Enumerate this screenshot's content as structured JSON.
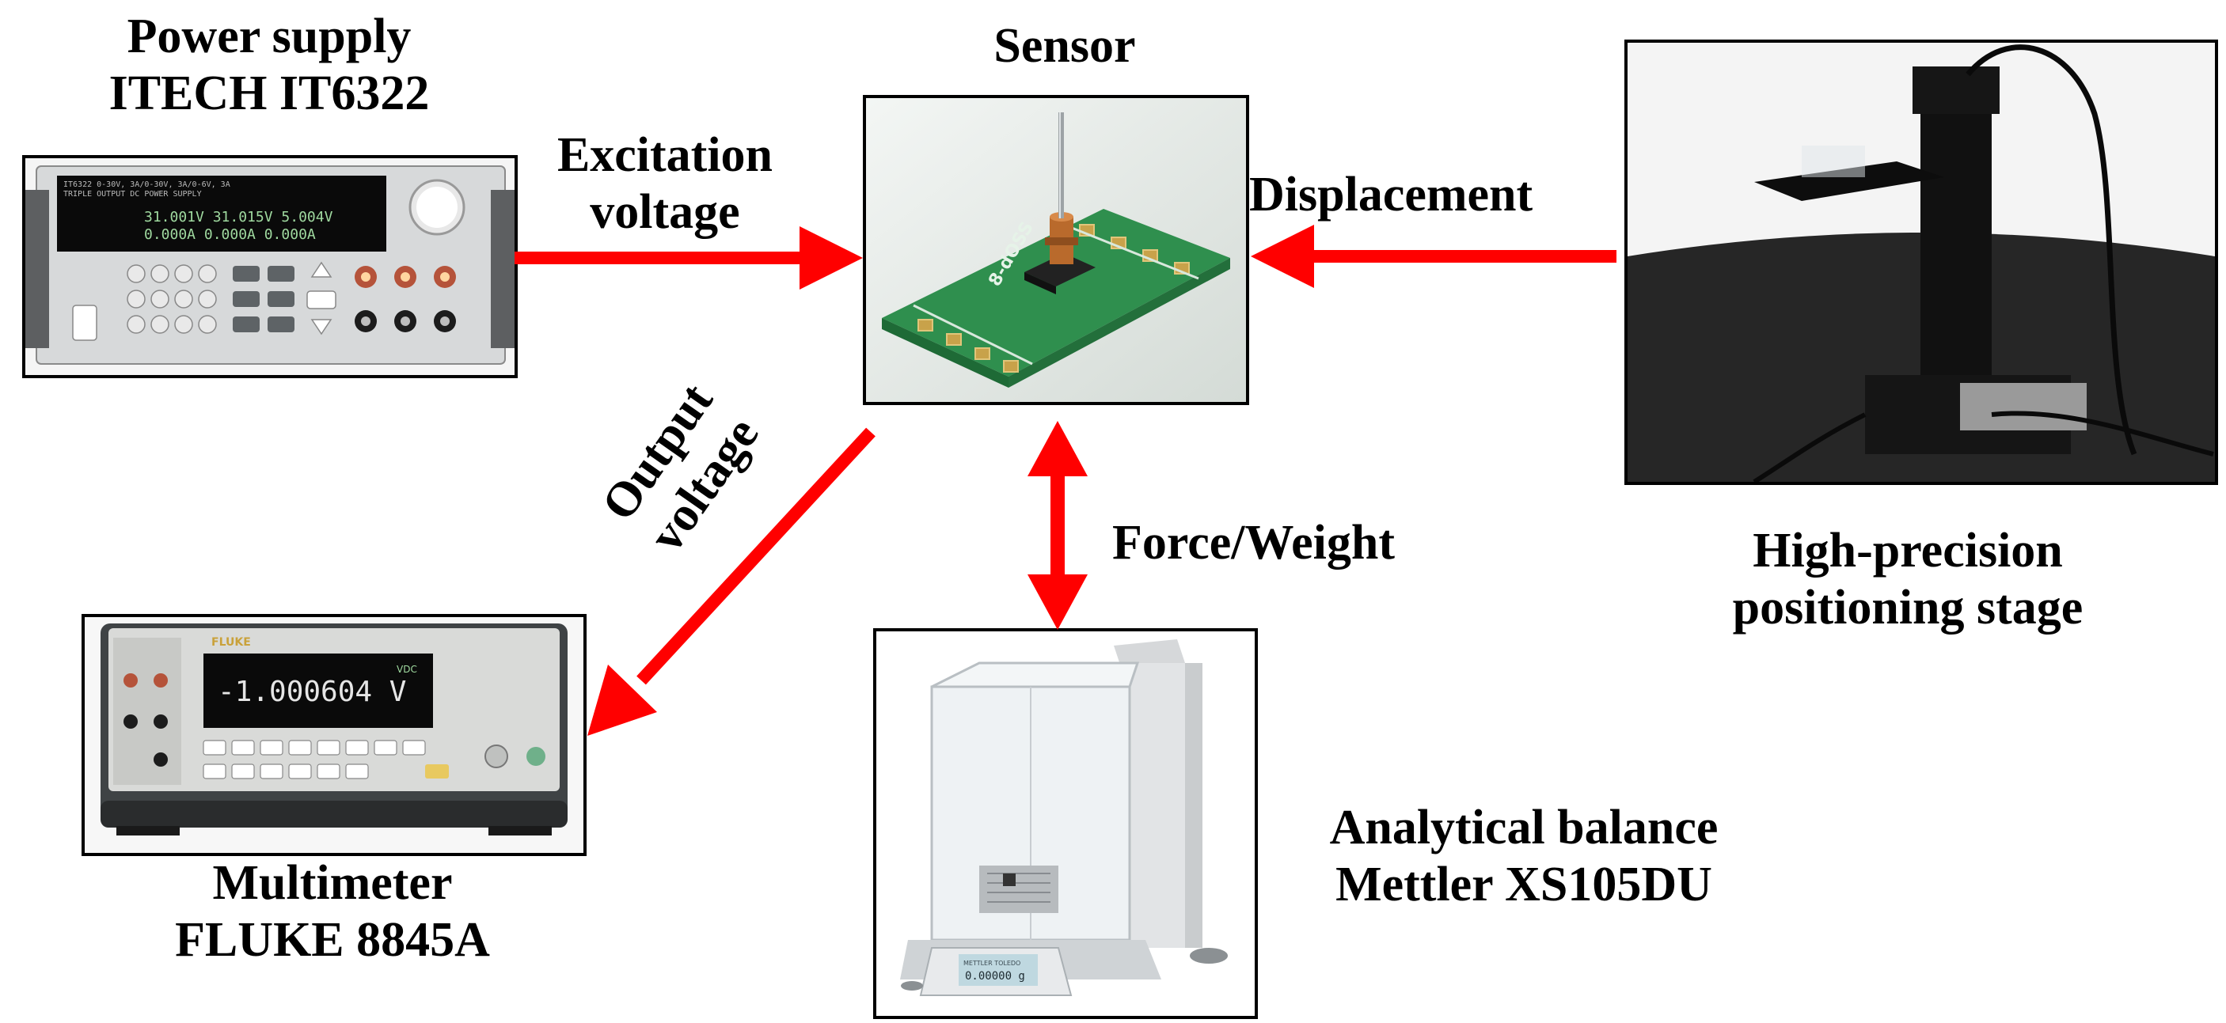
{
  "power_supply": {
    "title_line1": "Power supply",
    "title_line2": "ITECH IT6322",
    "display_row1": "31.001V  31.015V  5.004V",
    "display_row2": "0.000A   0.000A   0.000A",
    "model_text": "IT6322 0-30V, 3A/0-30V, 3A/0-6V, 3A",
    "subtitle_text": "TRIPLE OUTPUT DC POWER SUPPLY"
  },
  "sensor": {
    "title": "Sensor",
    "board_text": "8-dOSS"
  },
  "positioning_stage": {
    "title_line1": "High-precision",
    "title_line2": "positioning stage"
  },
  "multimeter": {
    "title_line1": "Multimeter",
    "title_line2": "FLUKE 8845A",
    "brand": "FLUKE",
    "reading": "-1.000604 V",
    "unit_small": "VDC"
  },
  "balance": {
    "title_line1": "Analytical balance",
    "title_line2": "Mettler XS105DU",
    "brand": "METTLER TOLEDO",
    "reading": "0.00000 g"
  },
  "arrows": {
    "excitation_line1": "Excitation",
    "excitation_line2": "voltage",
    "displacement": "Displacement",
    "output_line1": "Output",
    "output_line2": "voltage",
    "force_weight": "Force/Weight"
  },
  "colors": {
    "arrow": "#ff0000",
    "pcb_green": "#2f8f4e",
    "display_bg": "#0a0a0a",
    "display_text": "#9fd99f"
  }
}
